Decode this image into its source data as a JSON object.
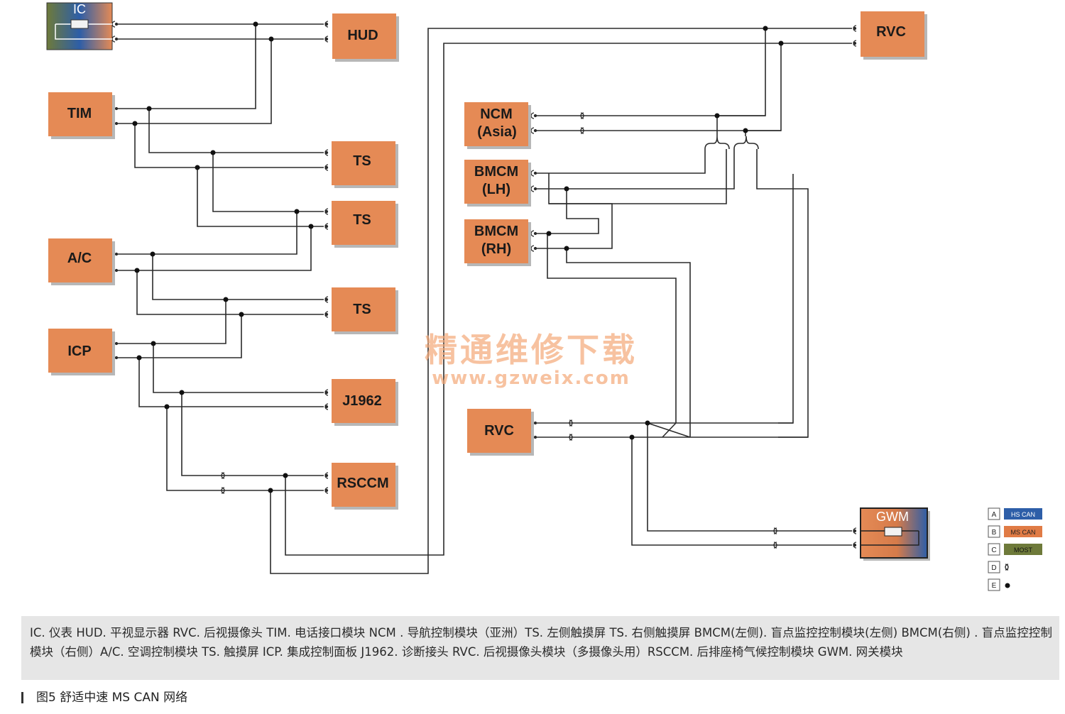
{
  "modules": {
    "ic": "IC",
    "hud": "HUD",
    "rvc_top": "RVC",
    "tim": "TIM",
    "ts1": "TS",
    "ts2": "TS",
    "ts3": "TS",
    "ac": "A/C",
    "icp": "ICP",
    "j1962": "J1962",
    "rsccm": "RSCCM",
    "ncm_line1": "NCM",
    "ncm_line2": "(Asia)",
    "bmcm_lh_line1": "BMCM",
    "bmcm_lh_line2": "(LH)",
    "bmcm_rh_line1": "BMCM",
    "bmcm_rh_line2": "(RH)",
    "rvc_mid": "RVC",
    "gwm": "GWM"
  },
  "legend": [
    {
      "letter": "A",
      "label": "HS CAN",
      "color": "#2d5ea8"
    },
    {
      "letter": "B",
      "label": "MS CAN",
      "color": "#e07b45"
    },
    {
      "letter": "C",
      "label": "MOST",
      "color": "#6e7a3a"
    },
    {
      "letter": "D",
      "label": "",
      "color": ""
    },
    {
      "letter": "E",
      "label": "",
      "color": ""
    }
  ],
  "colors": {
    "module_fill": "#e58a55",
    "hs_can": "#2d5ea8",
    "most": "#6e7a3a",
    "wire": "#2b2b2b"
  },
  "watermark": {
    "cn": "精通维修下载",
    "url": "www.gzweix.com"
  },
  "caption": "IC. 仪表 HUD. 平视显示器 RVC. 后视摄像头 TIM. 电话接口模块 NCM . 导航控制模块（亚洲）TS. 左侧触摸屏 TS. 右侧触摸屏 BMCM(左侧). 盲点监控控制模块(左侧) BMCM(右侧) . 盲点监控控制模块（右侧）A/C. 空调控制模块 TS. 触摸屏 ICP. 集成控制面板 J1962. 诊断接头 RVC. 后视摄像头模块（多摄像头用）RSCCM. 后排座椅气候控制模块 GWM. 网关模块",
  "figure_title": "图5  舒适中速 MS CAN 网络"
}
